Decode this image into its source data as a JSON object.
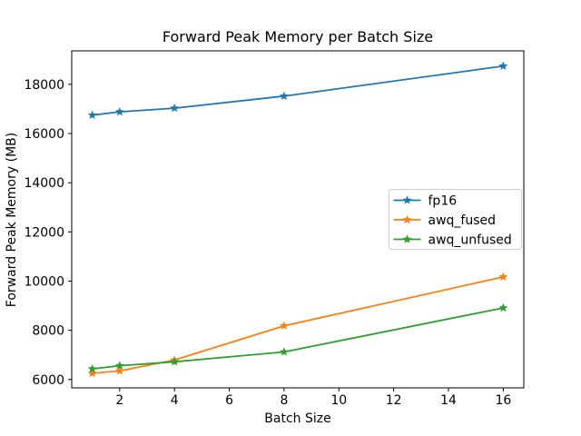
{
  "figure": {
    "background": "#ffffff",
    "spine_color": "#000000"
  },
  "chart_data": {
    "type": "line",
    "title": "Forward Peak Memory per Batch Size",
    "xlabel": "Batch Size",
    "ylabel": "Forward Peak Memory (MB)",
    "x": [
      1,
      2,
      4,
      8,
      16
    ],
    "series": [
      {
        "name": "fp16",
        "color": "#1f77b4",
        "values": [
          16750,
          16880,
          17030,
          17520,
          18740
        ]
      },
      {
        "name": "awq_fused",
        "color": "#ff7f0e",
        "values": [
          6250,
          6350,
          6790,
          8180,
          10170
        ]
      },
      {
        "name": "awq_unfused",
        "color": "#2ca02c",
        "values": [
          6430,
          6560,
          6720,
          7120,
          8910
        ]
      }
    ],
    "marker": "star",
    "xlim": [
      0.25,
      16.75
    ],
    "ylim": [
      5660,
      19360
    ],
    "xticks": [
      2,
      4,
      6,
      8,
      10,
      12,
      14,
      16
    ],
    "yticks": [
      6000,
      8000,
      10000,
      12000,
      14000,
      16000,
      18000
    ],
    "grid": false,
    "legend_position": "center-right",
    "legend_border_color": "#cccccc"
  }
}
